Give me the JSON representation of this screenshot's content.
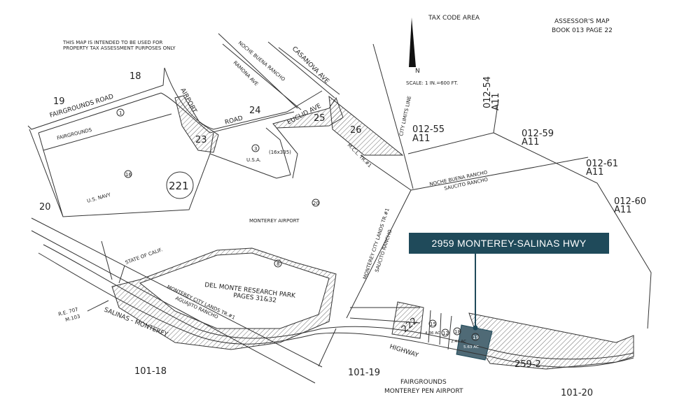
{
  "map": {
    "disclaimer_line1": "THIS MAP IS INTENDED TO BE USED FOR",
    "disclaimer_line2": "PROPERTY TAX ASSESSMENT PURPOSES ONLY",
    "tax_code_area": "TAX CODE AREA",
    "assessor_title": "ASSESSOR'S MAP",
    "book_page": "BOOK 013   PAGE 22",
    "north": "N",
    "scale": "SCALE: 1 IN.=600 FT.",
    "accent_color": "#1f4a5a",
    "callout": "2959 MONTEREY-SALINAS HWY",
    "streets": {
      "fairgrounds_road": "FAIRGROUNDS ROAD",
      "airport": "AIRPORT",
      "road": "ROAD",
      "ramona": "RAMONA AVE",
      "noche_buena_top": "NOCHE BUENA RANCHO",
      "casanova": "CASANOVA AVE",
      "euclid": "EUCLID AVE",
      "city_limits": "CITY LIMITS LINE",
      "mcl": "M.C.L. TR.#1",
      "noche_buena": "NOCHE BUENA RANCHO",
      "saucito": "SAUCITO RANCHO",
      "monterey_city_lands": "MONTEREY CITY LANDS TR.#1",
      "saucito2": "SAUCITO RANCHO",
      "mcl_lower": "MONTEREY CITY LANDS TR.#1",
      "aguajito": "AGUAJITO RANCHO",
      "salinas_monterey": "SALINAS - MONTEREY",
      "highway": "HIGHWAY",
      "re": "R.E. 707",
      "m": "M.103"
    },
    "areas": {
      "fairgrounds": "FAIRGROUNDS",
      "us_navy": "U.S. NAVY",
      "usa": "U.S.A.",
      "usa_dim": "(16x335)",
      "monterey_airport": "MONTEREY AIRPORT",
      "state_of_calif": "STATE OF CALIF.",
      "del_monte": "DEL MONTE RESEARCH PARK",
      "pages": "PAGES 31&32",
      "fairgrounds_bottom": "FAIRGROUNDS",
      "monterey_pen_airport": "MONTEREY PEN AIRPORT"
    },
    "codes": {
      "c18": "18",
      "c19": "19",
      "c20": "20",
      "c24": "24",
      "c23": "23",
      "c25": "25",
      "c26": "26",
      "c221": "221",
      "c222": "222",
      "c259_2": "259-2",
      "c101_18": "101-18",
      "c101_19": "101-19",
      "c101_20": "101-20",
      "c012_54": "012-54",
      "c012_54b": "A11",
      "c012_55": "012-55",
      "c012_55b": "A11",
      "c012_59": "012-59",
      "c012_59b": "A11",
      "c012_61": "012-61",
      "c012_61b": "A11",
      "c012_60": "012-60",
      "c012_60b": "A11"
    },
    "parcels": {
      "p1": "1",
      "p3": "3",
      "p16": "16",
      "p20": "20",
      "p8": "8",
      "p15": "15",
      "p12": "12",
      "p18": "18",
      "p19": "19",
      "ac15": "4.36 AC",
      "ac18": "2.41 AC",
      "ac19": "5.63 AC"
    }
  }
}
